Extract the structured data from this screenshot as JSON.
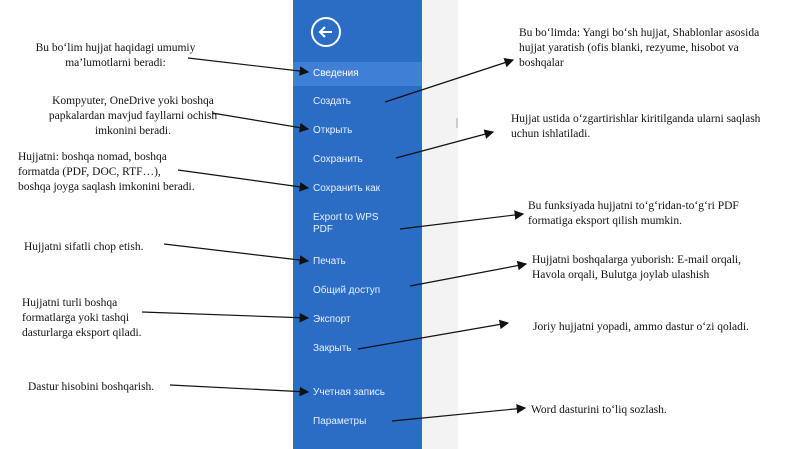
{
  "menu": {
    "items": [
      {
        "label": "Сведения",
        "selected": true
      },
      {
        "label": "Создать"
      },
      {
        "label": "Открыть"
      },
      {
        "label": "Сохранить"
      },
      {
        "label": "Сохранить как"
      },
      {
        "label": "Export to WPS PDF"
      },
      {
        "label": "Печать"
      },
      {
        "label": "Общий доступ"
      },
      {
        "label": "Экспорт"
      },
      {
        "label": "Закрыть"
      },
      {
        "label": "Учетная запись"
      },
      {
        "label": "Параметры"
      }
    ]
  },
  "notes": {
    "svedeniya": "Bu bo‘lim hujjat haqidagi umumiy ma’lumotlarni beradi:",
    "otkryt": "Kompyuter, OneDrive yoki boshqa papkalardan mavjud fayllarni ochish imkonini beradi.",
    "sohranit_kak": "Hujjatni: boshqa nomad, boshqa formatda (PDF, DOC, RTF…), boshqa joyga saqlash imkonini beradi.",
    "pechat": "Hujjatni sifatli chop etish.",
    "eksport": "Hujjatni turli boshqa formatlarga yoki tashqi dasturlarga eksport qiladi.",
    "uchetnaya": "Dastur hisobini boshqarish.",
    "sozdat": "Bu bo‘limda: Yangi bo‘sh hujjat, Shablonlar asosida hujjat yaratish (ofis blanki, rezyume, hisobot va boshqalar",
    "sohranit": "Hujjat ustida o‘zgartirishlar kiritilganda ularni saqlash uchun ishlatiladi.",
    "wps": "Bu funksiyada hujjatni to‘g‘ridan-to‘g‘ri PDF formatiga eksport qilish mumkin.",
    "dostup": "Hujjatni boshqalarga yuborish: E-mail orqali, Havola orqali, Bulutga joylab ulashish",
    "zakryt": "Joriy hujjatni yopadi, ammo dastur o‘zi qoladi.",
    "parametry": "Word dasturini to‘liq sozlash."
  }
}
